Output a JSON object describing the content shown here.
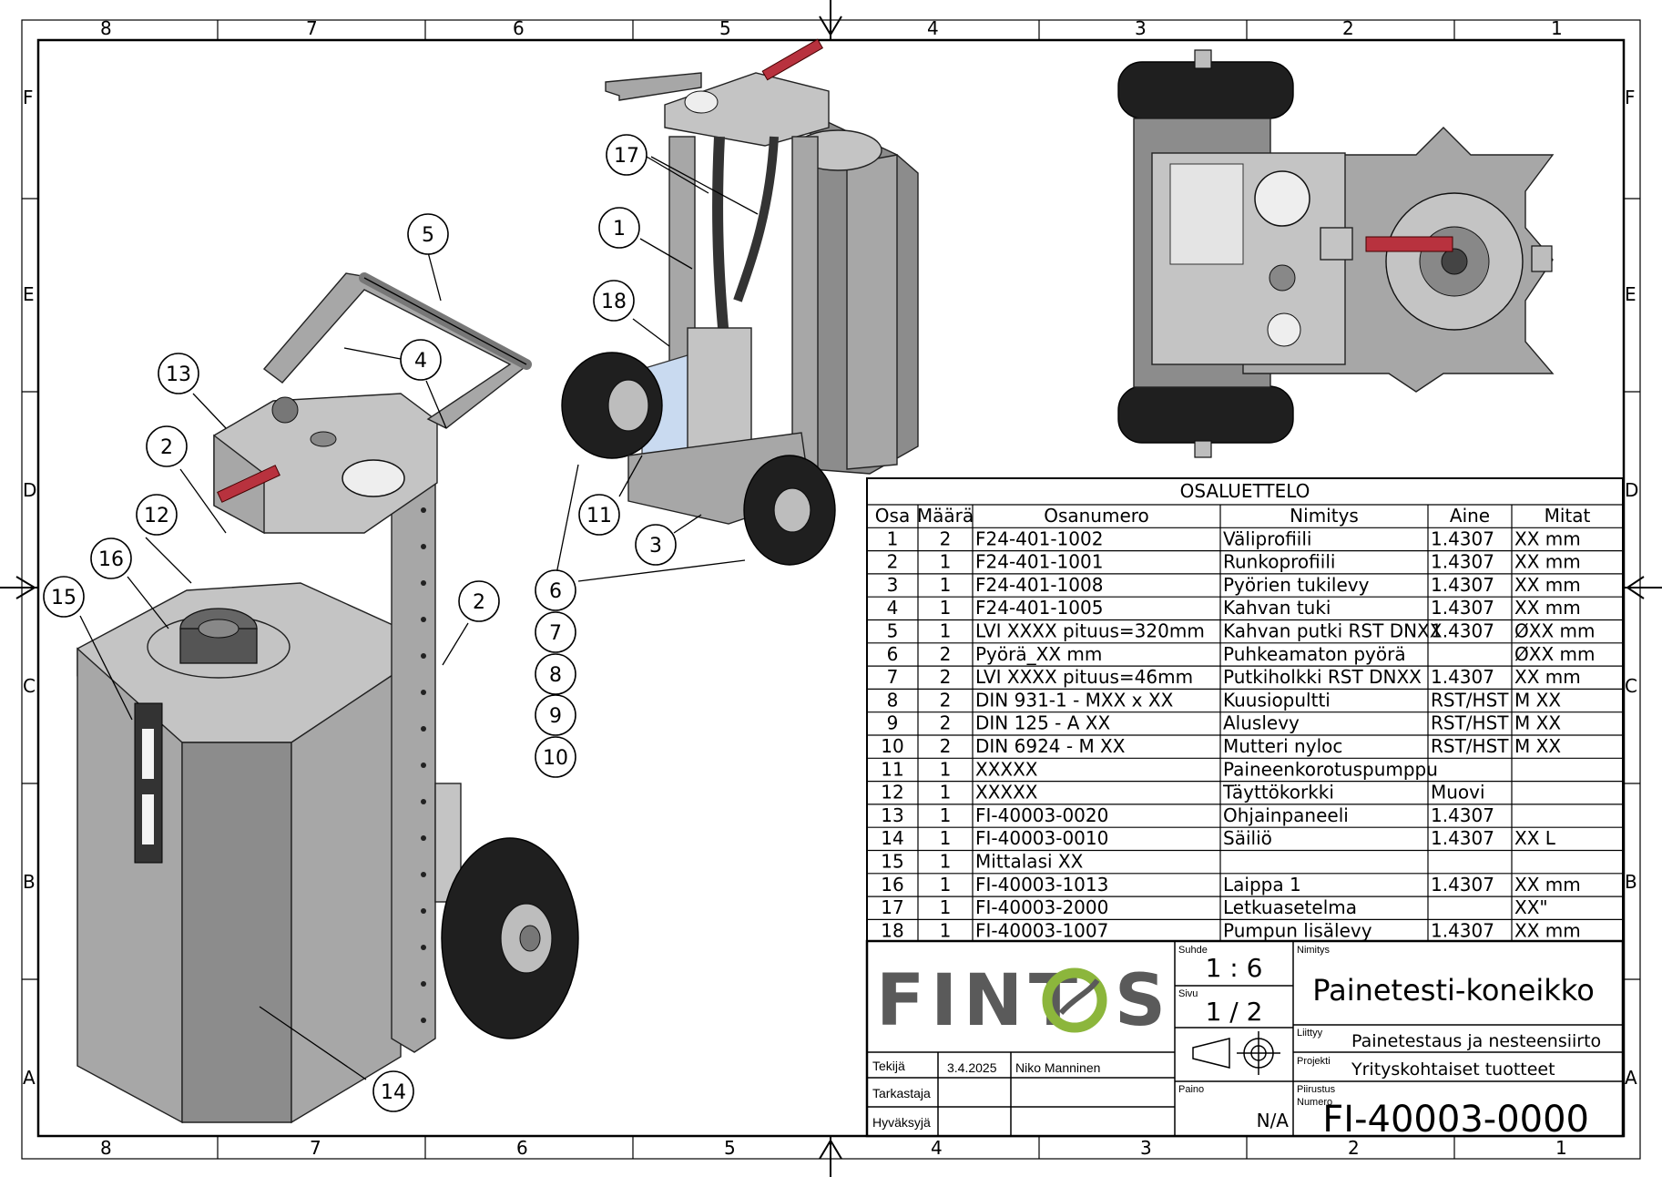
{
  "zones": {
    "columns": [
      "8",
      "7",
      "6",
      "5",
      "4",
      "3",
      "2",
      "1"
    ],
    "rows": [
      "F",
      "E",
      "D",
      "C",
      "B",
      "A"
    ]
  },
  "balloons": [
    {
      "label": "1"
    },
    {
      "label": "2"
    },
    {
      "label": "2"
    },
    {
      "label": "3"
    },
    {
      "label": "4"
    },
    {
      "label": "5"
    },
    {
      "label": "6"
    },
    {
      "label": "7"
    },
    {
      "label": "8"
    },
    {
      "label": "9"
    },
    {
      "label": "10"
    },
    {
      "label": "11"
    },
    {
      "label": "12"
    },
    {
      "label": "13"
    },
    {
      "label": "14"
    },
    {
      "label": "15"
    },
    {
      "label": "16"
    },
    {
      "label": "17"
    },
    {
      "label": "18"
    }
  ],
  "bom": {
    "title": "OSALUETTELO",
    "headers": [
      "Osa",
      "Määrä",
      "Osanumero",
      "Nimitys",
      "Aine",
      "Mitat"
    ],
    "rows": [
      [
        "1",
        "2",
        "F24-401-1002",
        "Väliprofiili",
        "1.4307",
        "XX mm"
      ],
      [
        "2",
        "1",
        "F24-401-1001",
        "Runkoprofiili",
        "1.4307",
        "XX mm"
      ],
      [
        "3",
        "1",
        "F24-401-1008",
        "Pyörien tukilevy",
        "1.4307",
        "XX mm"
      ],
      [
        "4",
        "1",
        "F24-401-1005",
        "Kahvan tuki",
        "1.4307",
        "XX mm"
      ],
      [
        "5",
        "1",
        "LVI XXXX pituus=320mm",
        "Kahvan putki RST DNXX",
        "1.4307",
        "ØXX mm"
      ],
      [
        "6",
        "2",
        "Pyörä_XX mm",
        "Puhkeamaton pyörä",
        "",
        "ØXX mm"
      ],
      [
        "7",
        "2",
        "LVI XXXX pituus=46mm",
        "Putkiholkki RST DNXX",
        "1.4307",
        "XX mm"
      ],
      [
        "8",
        "2",
        "DIN 931-1 - MXX x XX",
        "Kuusiopultti",
        "RST/HST",
        "M XX"
      ],
      [
        "9",
        "2",
        "DIN 125 - A XX",
        "Aluslevy",
        "RST/HST",
        "M XX"
      ],
      [
        "10",
        "2",
        "DIN 6924 - M XX",
        "Mutteri nyloc",
        "RST/HST",
        "M XX"
      ],
      [
        "11",
        "1",
        "XXXXX",
        "Paineenkorotuspumppu",
        "",
        ""
      ],
      [
        "12",
        "1",
        "XXXXX",
        "Täyttökorkki",
        "Muovi",
        ""
      ],
      [
        "13",
        "1",
        "FI-40003-0020",
        "Ohjainpaneeli",
        "1.4307",
        ""
      ],
      [
        "14",
        "1",
        "FI-40003-0010",
        "Säiliö",
        "1.4307",
        "XX L"
      ],
      [
        "15",
        "1",
        "Mittalasi XX",
        "",
        "",
        ""
      ],
      [
        "16",
        "1",
        "FI-40003-1013",
        "Laippa 1",
        "1.4307",
        "XX mm"
      ],
      [
        "17",
        "1",
        "FI-40003-2000",
        "Letkuasetelma",
        "",
        "XX\""
      ],
      [
        "18",
        "1",
        "FI-40003-1007",
        "Pumpun lisälevy",
        "1.4307",
        "XX mm"
      ]
    ]
  },
  "title_block": {
    "logo_text": "FINT S",
    "logo_colors": {
      "text": "#5a5a5a",
      "accent": "#8cb63c"
    },
    "suhde_label": "Suhde",
    "suhde_value": "1 : 6",
    "sivu_label": "Sivu",
    "sivu_value": "1 / 2",
    "nimitys_label": "Nimitys",
    "nimitys_value": "Painetesti-koneikko",
    "liittyy_label": "Liittyy",
    "liittyy_value": "Painetestaus ja nesteensiirto",
    "projekti_label": "Projekti",
    "projekti_value": "Yrityskohtaiset tuotteet",
    "paino_label": "Paino",
    "paino_value": "N/A",
    "piirustus_label": "Piirustus",
    "numero_label": "Numero",
    "numero_value": "FI-40003-0000",
    "tekija_label": "Tekijä",
    "tekija_date": "3.4.2025",
    "tekija_name": "Niko Manninen",
    "tarkastaja_label": "Tarkastaja",
    "hyvaksyja_label": "Hyväksyjä"
  }
}
